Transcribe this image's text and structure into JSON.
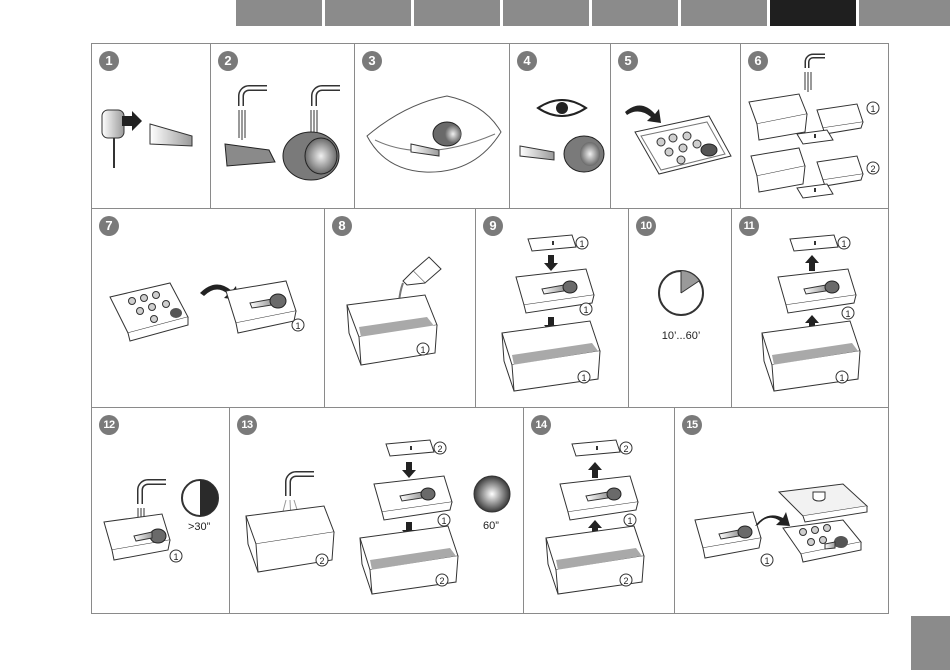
{
  "nav": {
    "tabs": [
      {
        "id": "t1",
        "active": false
      },
      {
        "id": "t2",
        "active": false
      },
      {
        "id": "t3",
        "active": false
      },
      {
        "id": "t4",
        "active": false
      },
      {
        "id": "t5",
        "active": false
      },
      {
        "id": "t6",
        "active": false
      },
      {
        "id": "t7",
        "active": true
      },
      {
        "id": "t8",
        "active": false
      }
    ]
  },
  "steps": [
    {
      "number": "1"
    },
    {
      "number": "2"
    },
    {
      "number": "3"
    },
    {
      "number": "4"
    },
    {
      "number": "5"
    },
    {
      "number": "6"
    },
    {
      "number": "7"
    },
    {
      "number": "8"
    },
    {
      "number": "9"
    },
    {
      "number": "10"
    },
    {
      "number": "11"
    },
    {
      "number": "12"
    },
    {
      "number": "13"
    },
    {
      "number": "14"
    },
    {
      "number": "15"
    }
  ],
  "captions": {
    "step10_time": "10’...60’",
    "step12_time": ">30”",
    "step13_time": "60”"
  },
  "markers": {
    "one": "1",
    "two": "2"
  },
  "colors": {
    "tab": "#8b8b8b",
    "tab_active": "#1f1f1f",
    "border": "#8a8a8a",
    "badge": "#7a7a7a",
    "liquid": "#a9a9a9"
  }
}
